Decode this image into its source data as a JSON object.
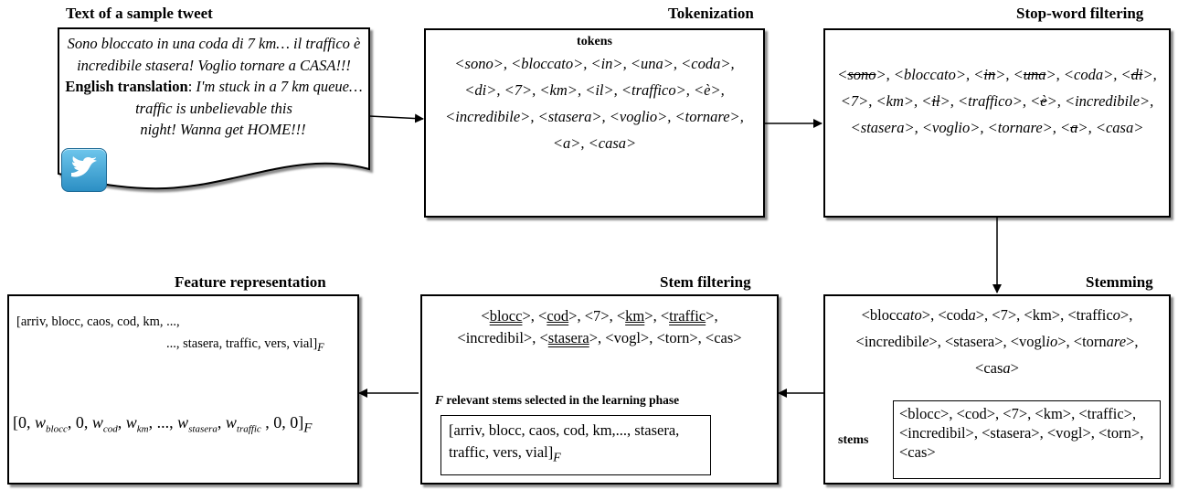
{
  "titles": {
    "tweet": "Text of a sample tweet",
    "tokenization": "Tokenization",
    "stopword": "Stop-word filtering",
    "feature": "Feature representation",
    "stemfilter": "Stem filtering",
    "stemming": "Stemming"
  },
  "tweet": {
    "italian": "Sono bloccato in una coda di 7 km… il traffico è incredibile stasera! Voglio tornare a CASA!!!",
    "english_label": "English translation",
    "english_colon": ":",
    "english_line1": "I'm stuck in a 7 km queue… traffic is unbelievable this",
    "english_line2": "night! Wanna get HOME!!!",
    "logo_icon": "twitter-bird-icon"
  },
  "tokenization": {
    "heading": "tokens",
    "tokens": [
      "sono",
      "bloccato",
      "in",
      "una",
      "coda",
      "di",
      "7",
      "km",
      "il",
      "traffico",
      "è",
      "incredibile",
      "stasera",
      "voglio",
      "tornare",
      "a",
      "casa"
    ]
  },
  "stopword": {
    "removed": [
      "sono",
      "in",
      "una",
      "di",
      "il",
      "è",
      "a"
    ]
  },
  "stemming": {
    "stems_label": "stems",
    "stems_text": "<blocc>, <cod>, <7>, <km>, <traffic>, <incredibil>, <stasera>, <vogl>, <torn>, <cas>"
  },
  "stemfilter": {
    "relevant_label_var": "F",
    "relevant_label_text": " relevant stems selected in the learning phase",
    "relevant_text": "[arriv, blocc, caos, cod, km,..., stasera, traffic, vers, vial]",
    "relevant_sub": "F",
    "underlined": [
      "blocc",
      "cod",
      "km",
      "traffic",
      "stasera"
    ]
  },
  "feature": {
    "vocab_line1": "[arriv, blocc, caos, cod, km, ...,",
    "vocab_line2": "..., stasera, traffic, vers, vial]",
    "vocab_sub": "F",
    "vector_sub": "F"
  }
}
